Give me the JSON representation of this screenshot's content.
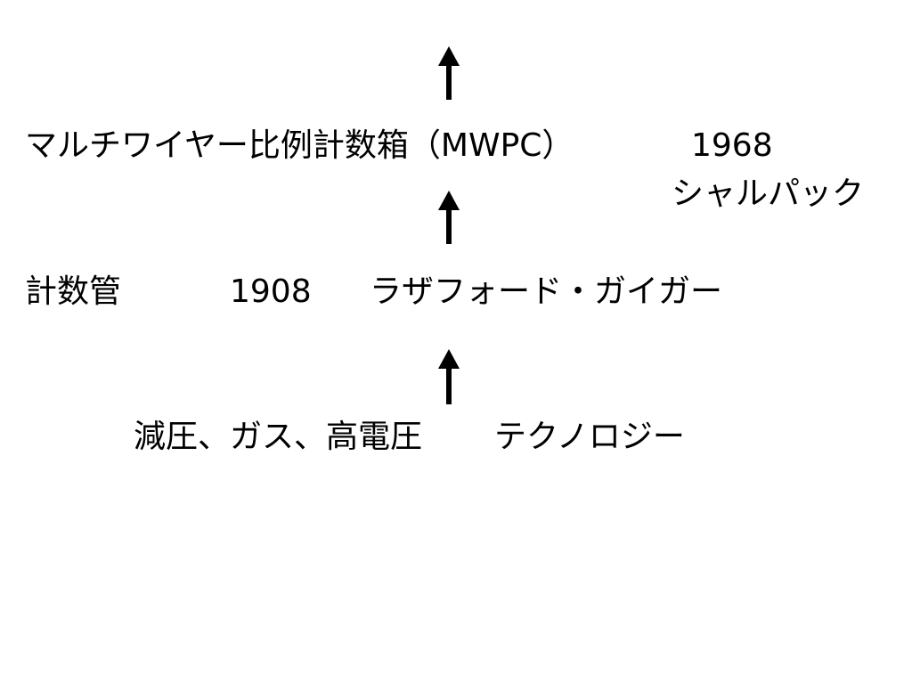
{
  "slide": {
    "mwpc": {
      "label": "マルチワイヤー比例計数箱（MWPC）",
      "year": "1968",
      "inventor": "シャルパック"
    },
    "counter": {
      "label": "計数管",
      "year": "1908",
      "inventor": "ラザフォード・ガイガー"
    },
    "technology": {
      "label": "減圧、ガス、高電圧",
      "suffix": "テクノロジー"
    }
  },
  "colors": {
    "text": "#000000",
    "arrow": "#000000",
    "background": "#ffffff"
  },
  "icons": [
    "arrow-up-icon",
    "arrow-up-icon",
    "arrow-up-icon"
  ]
}
